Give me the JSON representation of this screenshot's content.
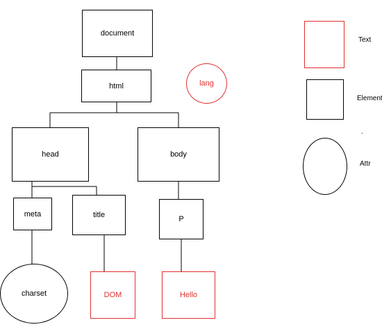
{
  "colors": {
    "element": "#000000",
    "text": "#e03030"
  },
  "tree": {
    "document": "document",
    "html": "html",
    "head": "head",
    "body": "body",
    "meta": "meta",
    "title": "title",
    "p": "P",
    "charset": "charset",
    "dom": "DOM",
    "hello": "Hello",
    "lang": "lang"
  },
  "legend": {
    "text": "Text",
    "element": "Element",
    "dot": ".",
    "attr": "Attr"
  }
}
